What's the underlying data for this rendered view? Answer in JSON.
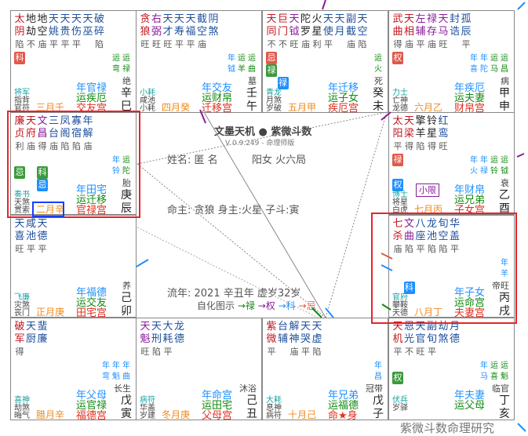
{
  "colors": {
    "red": "#c0141c",
    "purple": "#8a1b9c",
    "blue": "#1d4f9c",
    "black": "#222",
    "god": "#17a2a2",
    "year": "#1e90ff",
    "run": "#108a10",
    "palace": "#e03020"
  },
  "center": {
    "title": "文墨天机 ● 紫微斗数",
    "version": "V 0.9.249 - 命理师版",
    "name": "姓名: 匿 名",
    "gender_ju": "阳女 火六局",
    "ming_shen": "命主: 贪狼 身主:火星 子斗:寅",
    "liunian": "流年: 2021 辛丑年 虚岁32岁",
    "zihua_label": "自化图示",
    "zihua": [
      "→禄",
      "→权",
      "→科",
      "→忌"
    ]
  },
  "watermark": "紫微斗数命理研究",
  "xiaoxian": "小限",
  "cells": [
    {
      "branch": "巳",
      "pos": [
        0,
        0
      ],
      "stars": [
        [
          "太阴",
          "red",
          "陷"
        ],
        [
          "地劫",
          "black",
          "不"
        ],
        [
          "地空",
          "black",
          "庙"
        ],
        [
          "天姚",
          "blue",
          "平"
        ],
        [
          "天贵",
          "blue",
          "平"
        ],
        [
          "天伤",
          "blue",
          "平"
        ],
        [
          "天巫",
          "blue",
          ""
        ],
        [
          "破碎",
          "blue",
          "陷"
        ]
      ],
      "hua": [
        [
          "科",
          "#e0584a",
          0,
          0
        ]
      ],
      "rs": [
        [
          "运弯",
          "run"
        ],
        [
          "运禄",
          "run"
        ]
      ],
      "stage": "绝",
      "stem": "辛",
      "gods": [
        "将军",
        "指背",
        "官符"
      ],
      "month": "三月壬",
      "pal": [
        "年官禄",
        "运疾厄",
        "交友宫"
      ]
    },
    {
      "branch": "午",
      "pos": [
        1,
        0
      ],
      "stars": [
        [
          "贪狼",
          "red",
          "旺"
        ],
        [
          "右弼",
          "purple",
          "旺"
        ],
        [
          "天才",
          "blue",
          "旺"
        ],
        [
          "天寿",
          "blue",
          "平"
        ],
        [
          "天福",
          "blue",
          "平"
        ],
        [
          "截空",
          "blue",
          "庙"
        ],
        [
          "阴煞",
          "blue",
          ""
        ]
      ],
      "hua": [],
      "rs": [
        [
          "年钺",
          "year"
        ],
        [
          "运羊",
          "run"
        ],
        [
          "运曲",
          "run"
        ]
      ],
      "stage": "墓",
      "stem": "壬",
      "gods": [
        "小耗",
        "咸池",
        "小耗"
      ],
      "month": "四月癸",
      "pal": [
        "年交友",
        "运财帛",
        "迁移宫"
      ]
    },
    {
      "branch": "未",
      "pos": [
        2,
        0
      ],
      "stars": [
        [
          "天同",
          "red",
          "不"
        ],
        [
          "巨门",
          "red",
          "不"
        ],
        [
          "天钺",
          "purple",
          "旺"
        ],
        [
          "陀罗",
          "black",
          "庙"
        ],
        [
          "火星",
          "black",
          "利"
        ],
        [
          "天使",
          "blue",
          "平"
        ],
        [
          "天月",
          "blue",
          ""
        ],
        [
          "副截",
          "blue",
          "庙"
        ],
        [
          "天空",
          "blue",
          "陷"
        ]
      ],
      "hua": [
        [
          "忌",
          "#e0584a",
          0,
          0
        ],
        [
          "禄",
          "#3a9a3a",
          0,
          1
        ],
        [
          "禄",
          "#1e90ff",
          1,
          2
        ]
      ],
      "rs": [
        [
          "运火",
          "run"
        ]
      ],
      "stage": "死",
      "stem": "癸",
      "gods": [
        "青龙",
        "月煞",
        "岁破"
      ],
      "month": "五月甲",
      "pal": [
        "年迁移",
        "运子女",
        "疾厄宫"
      ]
    },
    {
      "branch": "申",
      "pos": [
        3,
        0
      ],
      "stars": [
        [
          "武曲",
          "red",
          "得"
        ],
        [
          "天相",
          "red",
          "庙"
        ],
        [
          "左辅",
          "purple",
          "平"
        ],
        [
          "禄存",
          "purple",
          "庙"
        ],
        [
          "天马",
          "purple",
          "旺"
        ],
        [
          "封诰",
          "blue",
          ""
        ],
        [
          "孤辰",
          "blue",
          "平"
        ]
      ],
      "hua": [
        [
          "权",
          "#e0584a",
          0,
          0
        ]
      ],
      "rs": [
        [
          "年喜",
          "year"
        ],
        [
          "年陀",
          "year"
        ],
        [
          "运马",
          "run"
        ],
        [
          "运昌",
          "run"
        ]
      ],
      "stage": "病",
      "stem": "甲",
      "gods": [
        "力士",
        "亡神",
        "龙德"
      ],
      "month": "六月乙",
      "pal": [
        "年疾厄",
        "运夫妻",
        "财帛宫"
      ]
    },
    {
      "branch": "辰",
      "pos": [
        0,
        1
      ],
      "stars": [
        [
          "廉贞",
          "red",
          "利"
        ],
        [
          "天府",
          "red",
          "庙"
        ],
        [
          "文昌",
          "purple",
          "得"
        ],
        [
          "三台",
          "blue",
          "庙"
        ],
        [
          "凤阁",
          "blue",
          "陷"
        ],
        [
          "寡宿",
          "blue",
          "陷"
        ],
        [
          "年解",
          "blue",
          "庙"
        ]
      ],
      "hua": [
        [
          "忌",
          "#3a9a3a",
          0,
          1
        ],
        [
          "科",
          "#3a9a3a",
          6,
          1
        ],
        [
          "忌",
          "#1e90ff",
          6,
          2
        ]
      ],
      "rs": [
        [
          "年铃",
          "year"
        ],
        [
          "运陀",
          "run"
        ]
      ],
      "stage": "胎",
      "stem": "庚",
      "gods": [
        "奏书",
        "天煞",
        "贯索"
      ],
      "month": "二月辛",
      "pal": [
        "年田宅",
        "运迁移",
        "官禄宫"
      ]
    },
    {
      "branch": "酉",
      "pos": [
        3,
        1
      ],
      "stars": [
        [
          "太阳",
          "red",
          "平"
        ],
        [
          "天梁",
          "red",
          "得"
        ],
        [
          "擎羊",
          "black",
          "陷"
        ],
        [
          "铃星",
          "black",
          "得"
        ],
        [
          "红鸾",
          "blue",
          "旺"
        ]
      ],
      "hua": [
        [
          "禄",
          "#e0584a",
          0,
          0
        ],
        [
          "权",
          "#1e90ff",
          0,
          2
        ]
      ],
      "rs": [
        [
          "年火",
          "year"
        ],
        [
          "年禄",
          "year"
        ],
        [
          "运铃",
          "run"
        ],
        [
          "运钺",
          "run"
        ]
      ],
      "stage": "衰",
      "stem": "乙",
      "gods": [
        "博士",
        "将星",
        "白虎"
      ],
      "month": "七月丙",
      "pal": [
        "年财帛",
        "运兄弟",
        "子女宫"
      ]
    },
    {
      "branch": "卯",
      "pos": [
        0,
        2
      ],
      "stars": [
        [
          "天喜",
          "blue",
          "旺"
        ],
        [
          "咸池",
          "blue",
          "平"
        ],
        [
          "天德",
          "blue",
          "平"
        ]
      ],
      "hua": [],
      "rs": [],
      "stage": "养",
      "stem": "己",
      "gods": [
        "飞廉",
        "灾煞",
        "丧门"
      ],
      "month": "正月庚",
      "pal": [
        "年福德",
        "运交友",
        "田宅宫"
      ]
    },
    {
      "branch": "戌",
      "pos": [
        3,
        2
      ],
      "stars": [
        [
          "七杀",
          "red",
          "庙"
        ],
        [
          "文曲",
          "purple",
          "陷"
        ],
        [
          "八座",
          "blue",
          "平"
        ],
        [
          "龙池",
          "blue",
          "陷"
        ],
        [
          "旬空",
          "blue",
          "陷"
        ],
        [
          "华盖",
          "blue",
          "平"
        ]
      ],
      "hua": [
        [
          "科",
          "#1e90ff",
          3,
          2
        ]
      ],
      "rs": [
        [
          "年羊",
          "year"
        ]
      ],
      "stage": "帝旺",
      "stem": "丙",
      "gods": [
        "官府",
        "攀鞍",
        "天德"
      ],
      "month": "八月丁",
      "pal": [
        "年子女",
        "运命宫",
        "夫妻宫"
      ]
    },
    {
      "branch": "寅",
      "pos": [
        0,
        3
      ],
      "stars": [
        [
          "破军",
          "red",
          "得"
        ],
        [
          "天厨",
          "blue",
          ""
        ],
        [
          "蜚廉",
          "blue",
          ""
        ]
      ],
      "hua": [],
      "rs": [
        [
          "年弯",
          "year"
        ],
        [
          "年魁",
          "year"
        ],
        [
          "年曲",
          "year"
        ]
      ],
      "stage": "长生",
      "stem": "戊",
      "gods": [
        "喜神",
        "劫煞",
        "晦气"
      ],
      "month": "腊月辛",
      "pal": [
        "年父母",
        "运官禄",
        "福德宫"
      ]
    },
    {
      "branch": "丑",
      "pos": [
        1,
        3
      ],
      "stars": [
        [
          "天魁",
          "purple",
          "旺"
        ],
        [
          "天刑",
          "blue",
          "陷"
        ],
        [
          "大耗",
          "blue",
          "平"
        ],
        [
          "龙德",
          "blue",
          ""
        ]
      ],
      "hua": [],
      "rs": [],
      "stage": "沐浴",
      "stem": "己",
      "gods": [
        "病符",
        "华盖",
        "岁建"
      ],
      "month": "冬月庚",
      "pal": [
        "年命宫",
        "运田宅",
        "父母宫"
      ]
    },
    {
      "branch": "子",
      "pos": [
        2,
        3
      ],
      "stars": [
        [
          "紫微",
          "red",
          "平"
        ],
        [
          "台辅",
          "blue",
          ""
        ],
        [
          "解神",
          "blue",
          "庙"
        ],
        [
          "天哭",
          "blue",
          "平"
        ],
        [
          "天虚",
          "blue",
          "陷"
        ]
      ],
      "hua": [],
      "rs": [
        [
          "年昌",
          "year"
        ]
      ],
      "stage": "冠带",
      "stem": "戊",
      "gods": [
        "大耗",
        "息神",
        "病符"
      ],
      "month": "十月己",
      "pal": [
        "年兄弟",
        "运福德",
        "命★身"
      ]
    },
    {
      "branch": "亥",
      "pos": [
        3,
        3
      ],
      "stars": [
        [
          "天机",
          "red",
          "平"
        ],
        [
          "恩光",
          "blue",
          "不"
        ],
        [
          "天官",
          "blue",
          "旺"
        ],
        [
          "副旬",
          "blue",
          "平"
        ],
        [
          "劫煞",
          "blue",
          ""
        ],
        [
          "月德",
          "blue",
          ""
        ]
      ],
      "hua": [
        [
          "权",
          "#3a9a3a",
          0,
          1
        ]
      ],
      "rs": [
        [
          "年马",
          "year"
        ],
        [
          "运喜",
          "run"
        ],
        [
          "运魁",
          "run"
        ]
      ],
      "stage": "临官",
      "stem": "丁",
      "gods": [
        "伏兵",
        "岁驿"
      ],
      "month": "",
      "pal": [
        "年夫妻",
        "运父母",
        ""
      ]
    }
  ]
}
